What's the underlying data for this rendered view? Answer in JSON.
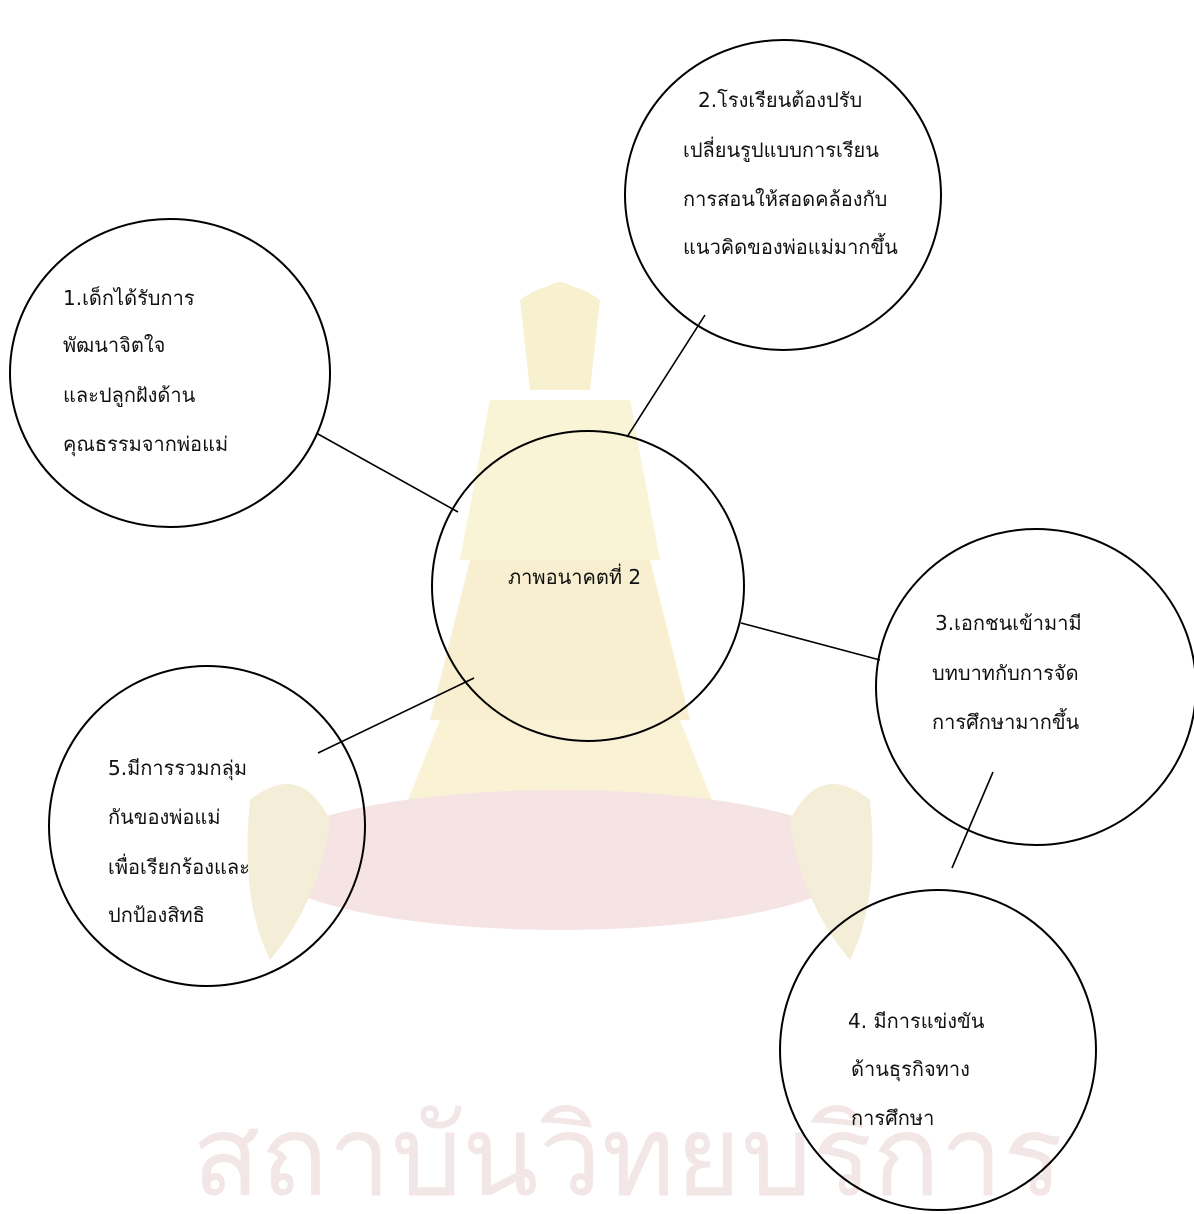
{
  "diagram": {
    "center": {
      "label": "ภาพอนาคตที่ 2"
    },
    "nodes": [
      {
        "id": "node-1",
        "lines": [
          "1.เด็กได้รับการ",
          "พัฒนาจิตใจ",
          "และปลูกฝังด้าน",
          "คุณธรรมจากพ่อแม่"
        ]
      },
      {
        "id": "node-2",
        "lines": [
          "2.โรงเรียนต้องปรับ",
          "เปลี่ยนรูปแบบการเรียน",
          "การสอนให้สอดคล้องกับ",
          "แนวคิดของพ่อแม่มากขึ้น"
        ]
      },
      {
        "id": "node-3",
        "lines": [
          "3.เอกชนเข้ามามี",
          "บทบาทกับการจัด",
          "การศึกษามากขึ้น"
        ]
      },
      {
        "id": "node-4",
        "lines": [
          "4. มีการแข่งขัน",
          "ด้านธุรกิจทาง",
          "การศึกษา"
        ]
      },
      {
        "id": "node-5",
        "lines": [
          "5.มีการรวมกลุ่ม",
          "กันของพ่อแม่",
          "เพื่อเรียกร้องและ",
          "ปกป้องสิทธิ"
        ]
      }
    ]
  },
  "watermark": {
    "text": "สถาบันวิทยบริการ",
    "emblem_icon": "chula-emblem-icon",
    "colors": {
      "gold": "#f7edc4",
      "red": "#f3dede"
    }
  }
}
